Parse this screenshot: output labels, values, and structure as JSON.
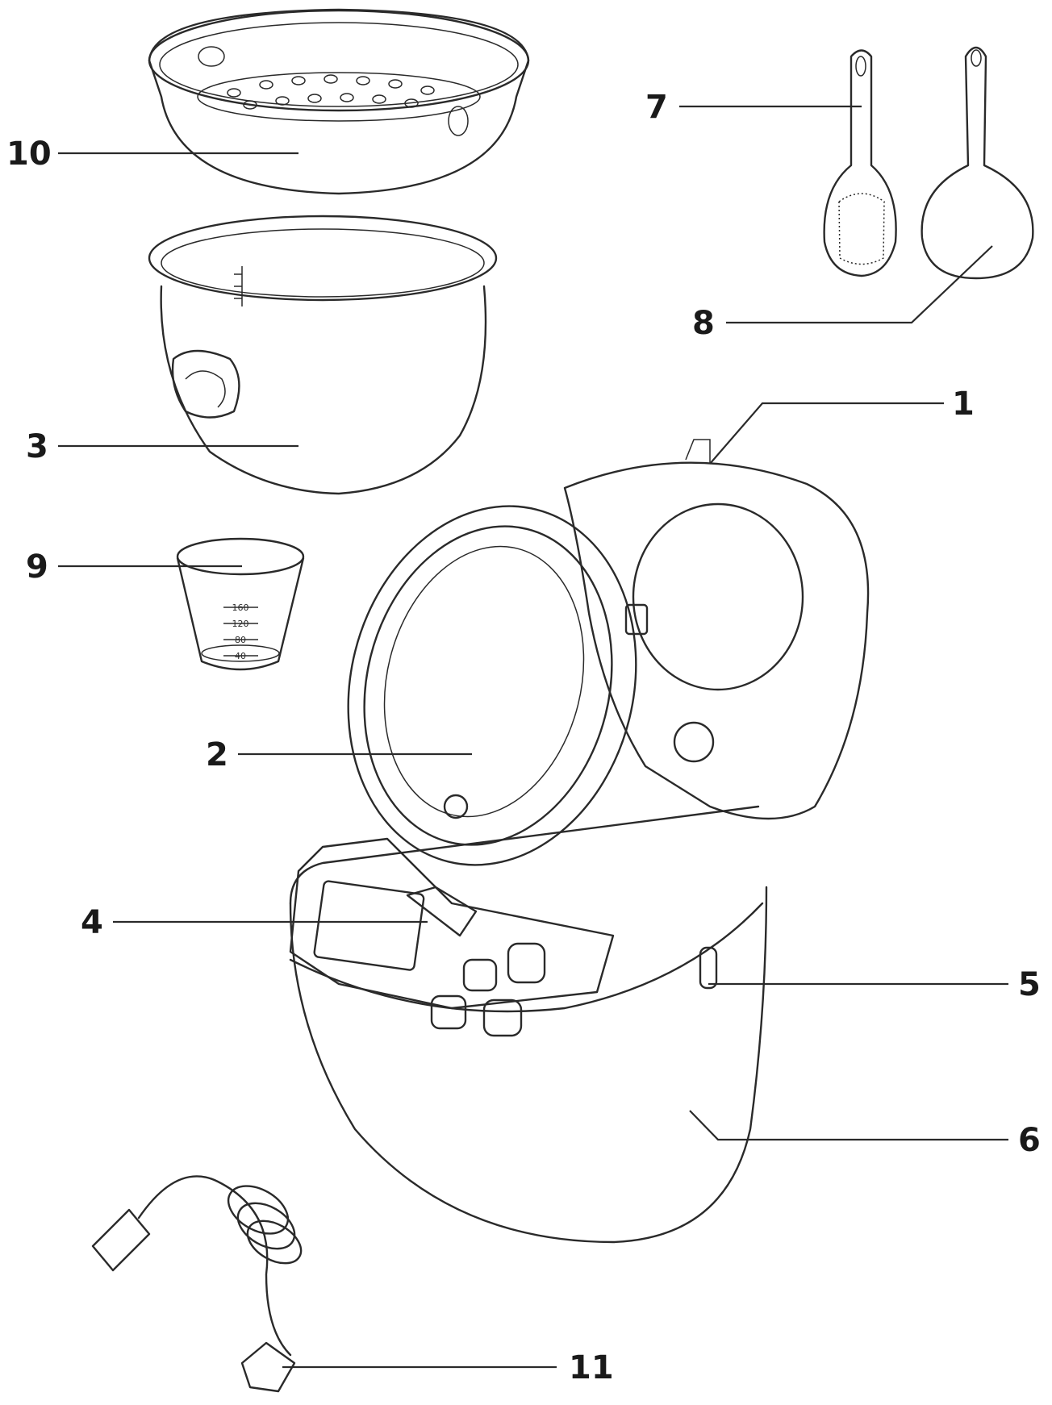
{
  "callouts": [
    {
      "id": "c1",
      "label": "1"
    },
    {
      "id": "c2",
      "label": "2"
    },
    {
      "id": "c3",
      "label": "3"
    },
    {
      "id": "c4",
      "label": "4"
    },
    {
      "id": "c5",
      "label": "5"
    },
    {
      "id": "c6",
      "label": "6"
    },
    {
      "id": "c7",
      "label": "7"
    },
    {
      "id": "c8",
      "label": "8"
    },
    {
      "id": "c9",
      "label": "9"
    },
    {
      "id": "c10",
      "label": "10"
    },
    {
      "id": "c11",
      "label": "11"
    }
  ],
  "measuring_cup_marks": [
    "160",
    "120",
    "80",
    "40"
  ]
}
